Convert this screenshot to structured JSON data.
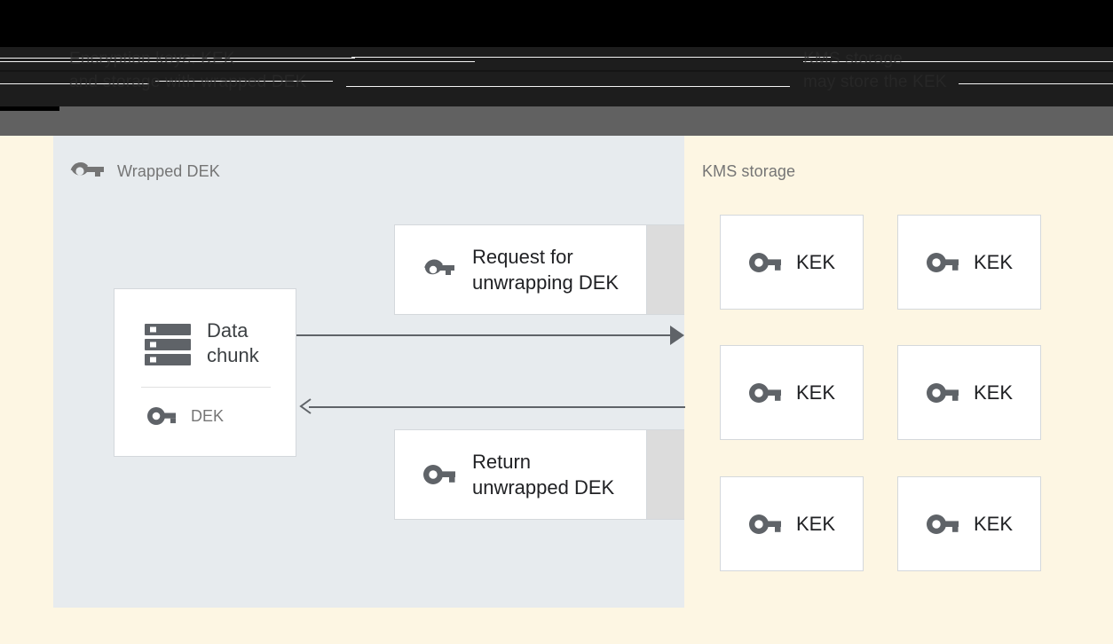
{
  "window": {
    "chrome_title": "Encryption keys: KEK\nand storage with wrapped DEK",
    "chrome_subtitle": "KMS storage\nmay store the KEK",
    "chrome_bg": "#000000",
    "chrome_band_bg": "#1d1d1d",
    "chrome_grey_bg": "#616161"
  },
  "diagram": {
    "type": "flow-diagram",
    "canvas_bg": "#fdf6e3",
    "left_panel": {
      "label": "Wrapped DEK",
      "icon": "wrapped-key-icon",
      "bg": "#e7ebee",
      "data_card": {
        "title": "Data\nchunk",
        "icon": "storage-icon",
        "key_item": {
          "label": "DEK",
          "icon": "key-icon"
        }
      },
      "messages": [
        {
          "id": "request",
          "text": "Request for\nunwrapping DEK",
          "icon": "wrapped-key-icon"
        },
        {
          "id": "return",
          "text": "Return\nunwrapped DEK",
          "icon": "key-icon"
        }
      ],
      "arrows": [
        {
          "id": "arrow-request",
          "direction": "right",
          "color": "#5f6368"
        },
        {
          "id": "arrow-return",
          "direction": "left",
          "color": "#5f6368"
        }
      ]
    },
    "right_panel": {
      "label": "KMS storage",
      "bg": "#fdf6e3",
      "keys": [
        {
          "label": "KEK",
          "icon": "key-icon"
        },
        {
          "label": "KEK",
          "icon": "key-icon"
        },
        {
          "label": "KEK",
          "icon": "key-icon"
        },
        {
          "label": "KEK",
          "icon": "key-icon"
        },
        {
          "label": "KEK",
          "icon": "key-icon"
        },
        {
          "label": "KEK",
          "icon": "key-icon"
        }
      ]
    }
  }
}
